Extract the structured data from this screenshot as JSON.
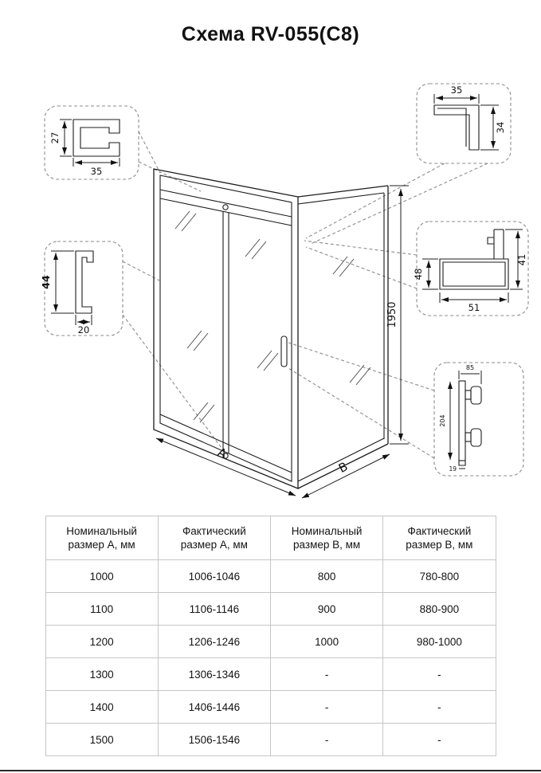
{
  "title": "Схема RV-055(C8)",
  "drawing": {
    "overall": {
      "height": "1950",
      "width_label": "A",
      "depth_label": "B"
    },
    "details": {
      "top_wall_profile": {
        "height": "27",
        "width": "35"
      },
      "side_wall_profile": {
        "height": "44",
        "width": "20",
        "height_color": "#0e6a66"
      },
      "top_corner_profile": {
        "width": "35",
        "height": "34"
      },
      "bottom_corner_profile": {
        "left_height": "48",
        "width": "51",
        "right_height": "41"
      },
      "handle_bracket": {
        "width": "85",
        "height": "204",
        "foot": "19"
      }
    }
  },
  "table": {
    "headers": [
      "Номинальный\nразмер А, мм",
      "Фактический\nразмер А, мм",
      "Номинальный\nразмер В, мм",
      "Фактический\nразмер В, мм"
    ],
    "rows": [
      [
        "1000",
        "1006-1046",
        "800",
        "780-800"
      ],
      [
        "1100",
        "1106-1146",
        "900",
        "880-900"
      ],
      [
        "1200",
        "1206-1246",
        "1000",
        "980-1000"
      ],
      [
        "1300",
        "1306-1346",
        "-",
        "-"
      ],
      [
        "1400",
        "1406-1446",
        "-",
        "-"
      ],
      [
        "1500",
        "1506-1546",
        "-",
        "-"
      ]
    ]
  }
}
